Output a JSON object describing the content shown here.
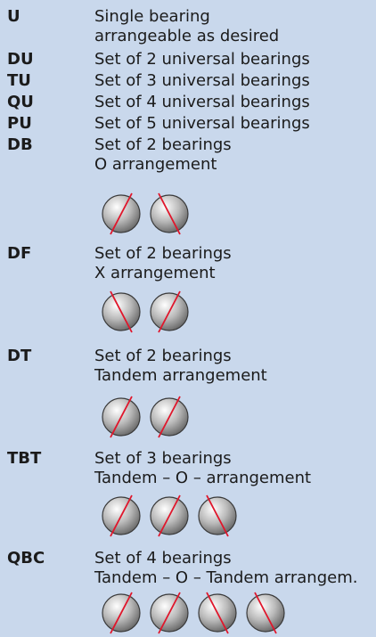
{
  "entries": [
    {
      "code": "U",
      "lines": [
        "Single bearing",
        "arrangeable as desired"
      ]
    },
    {
      "code": "DU",
      "lines": [
        "Set of 2 universal bearings"
      ]
    },
    {
      "code": "TU",
      "lines": [
        "Set of 3 universal bearings"
      ]
    },
    {
      "code": "QU",
      "lines": [
        "Set of 4 universal bearings"
      ]
    },
    {
      "code": "PU",
      "lines": [
        "Set of 5 universal bearings"
      ]
    },
    {
      "code": "DB",
      "lines": [
        "Set of 2 bearings",
        "O  arrangement"
      ]
    },
    {
      "code": "DF",
      "lines": [
        "Set of 2 bearings",
        "X  arrangement"
      ]
    },
    {
      "code": "DT",
      "lines": [
        "Set of 2 bearings",
        "Tandem arrangement"
      ]
    },
    {
      "code": "TBT",
      "lines": [
        "Set of 3 bearings",
        "Tandem – O – arrangement"
      ]
    },
    {
      "code": "QBC",
      "lines": [
        "Set of 4 bearings",
        "Tandem – O – Tandem arrangem."
      ]
    }
  ],
  "diagrams": {
    "db": [
      "right",
      "left"
    ],
    "df": [
      "left",
      "right"
    ],
    "dt": [
      "right",
      "right"
    ],
    "tbt": [
      "right",
      "right",
      "left"
    ],
    "qbc": [
      "right",
      "right",
      "left",
      "left"
    ]
  },
  "colors": {
    "background": "#c9d8ec",
    "contact_line": "#e0162b",
    "ball_edge": "#3a3a3a"
  }
}
